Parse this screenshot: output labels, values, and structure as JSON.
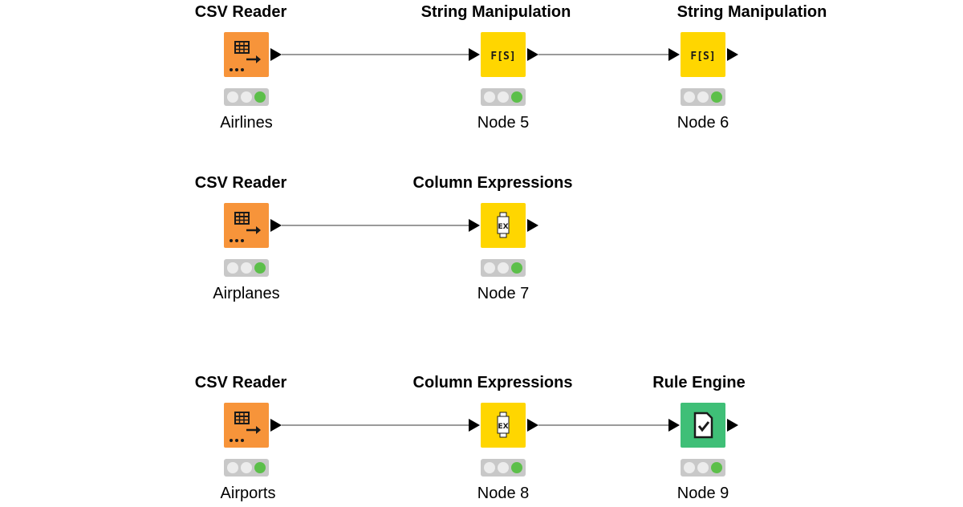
{
  "nodes": [
    {
      "id": "n-airlines",
      "type": "CSV Reader",
      "label": "Airlines",
      "color": "#f7943a",
      "icon": "csv-reader-icon"
    },
    {
      "id": "n5",
      "type": "String Manipulation",
      "label": "Node 5",
      "color": "#ffd600",
      "icon": "string-manipulation-icon"
    },
    {
      "id": "n6",
      "type": "String Manipulation",
      "label": "Node 6",
      "color": "#ffd600",
      "icon": "string-manipulation-icon"
    },
    {
      "id": "n-airplanes",
      "type": "CSV Reader",
      "label": "Airplanes",
      "color": "#f7943a",
      "icon": "csv-reader-icon"
    },
    {
      "id": "n7",
      "type": "Column Expressions",
      "label": "Node 7",
      "color": "#ffd600",
      "icon": "column-expressions-icon"
    },
    {
      "id": "n-airports",
      "type": "CSV Reader",
      "label": "Airports",
      "color": "#f7943a",
      "icon": "csv-reader-icon"
    },
    {
      "id": "n8",
      "type": "Column Expressions",
      "label": "Node 8",
      "color": "#ffd600",
      "icon": "column-expressions-icon"
    },
    {
      "id": "n9",
      "type": "Rule Engine",
      "label": "Node 9",
      "color": "#3fbf77",
      "icon": "rule-engine-icon"
    }
  ],
  "connections": [
    {
      "from": "n-airlines",
      "to": "n5"
    },
    {
      "from": "n5",
      "to": "n6"
    },
    {
      "from": "n-airplanes",
      "to": "n7"
    },
    {
      "from": "n-airports",
      "to": "n8"
    },
    {
      "from": "n8",
      "to": "n9"
    }
  ],
  "status_colors": {
    "inactive": "#ececec",
    "executed": "#5cbf4a",
    "background": "#c8c8c8"
  }
}
